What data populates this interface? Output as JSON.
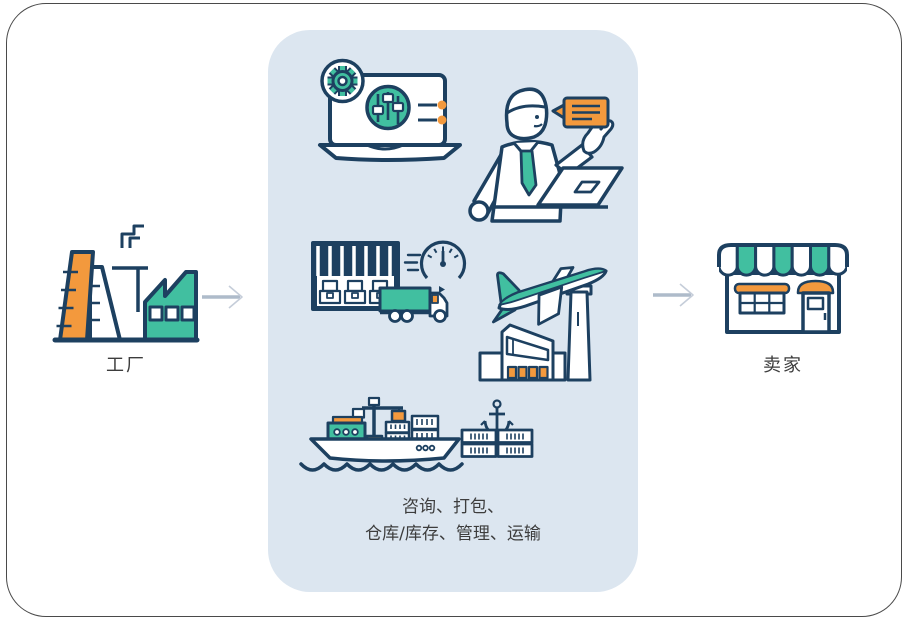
{
  "left_node": {
    "label": "工厂",
    "icon": "factory-icon"
  },
  "right_node": {
    "label": "卖家",
    "icon": "storefront-icon"
  },
  "panel": {
    "icons": [
      "laptop-settings-icon",
      "support-agent-icon",
      "warehouse-truck-icon",
      "speedometer-icon",
      "airplane-airport-icon",
      "cargo-ship-icon",
      "containers-anchor-icon"
    ],
    "caption_line1": "咨询、打包、",
    "caption_line2": "仓库/库存、管理、运输"
  },
  "colors": {
    "outline_navy": "#1d4060",
    "teal": "#41bfa0",
    "orange": "#f3993d",
    "panel_background": "#dce6f0",
    "arrow_gray": "#aebbca",
    "label_text": "#3d3d3d",
    "frame_border": "#4a4a4a"
  }
}
